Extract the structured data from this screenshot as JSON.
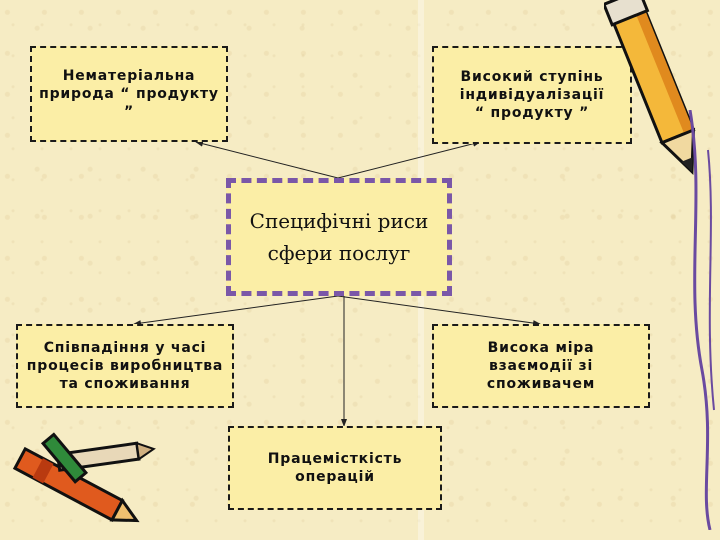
{
  "center": {
    "line1": "Специфічні риси",
    "line2": "сфери послуг"
  },
  "boxes": {
    "top_left": {
      "line1": "Нематеріальна",
      "line2": "природа “ продукту ”"
    },
    "top_right": {
      "line1": "Високий ступінь",
      "line2": "індивідуалізації",
      "line3": "“ продукту ”"
    },
    "mid_left": {
      "line1": "Співпадіння у часі",
      "line2": "процесів виробництва",
      "line3": "та споживання"
    },
    "mid_right": {
      "line1": "Висока міра",
      "line2": "взаємодії зі споживачем"
    },
    "bottom": {
      "line1": "Працемісткість операцій"
    }
  },
  "colors": {
    "background": "#f6ecc4",
    "box_fill": "#fbeea6",
    "center_border": "#7a57a8"
  }
}
